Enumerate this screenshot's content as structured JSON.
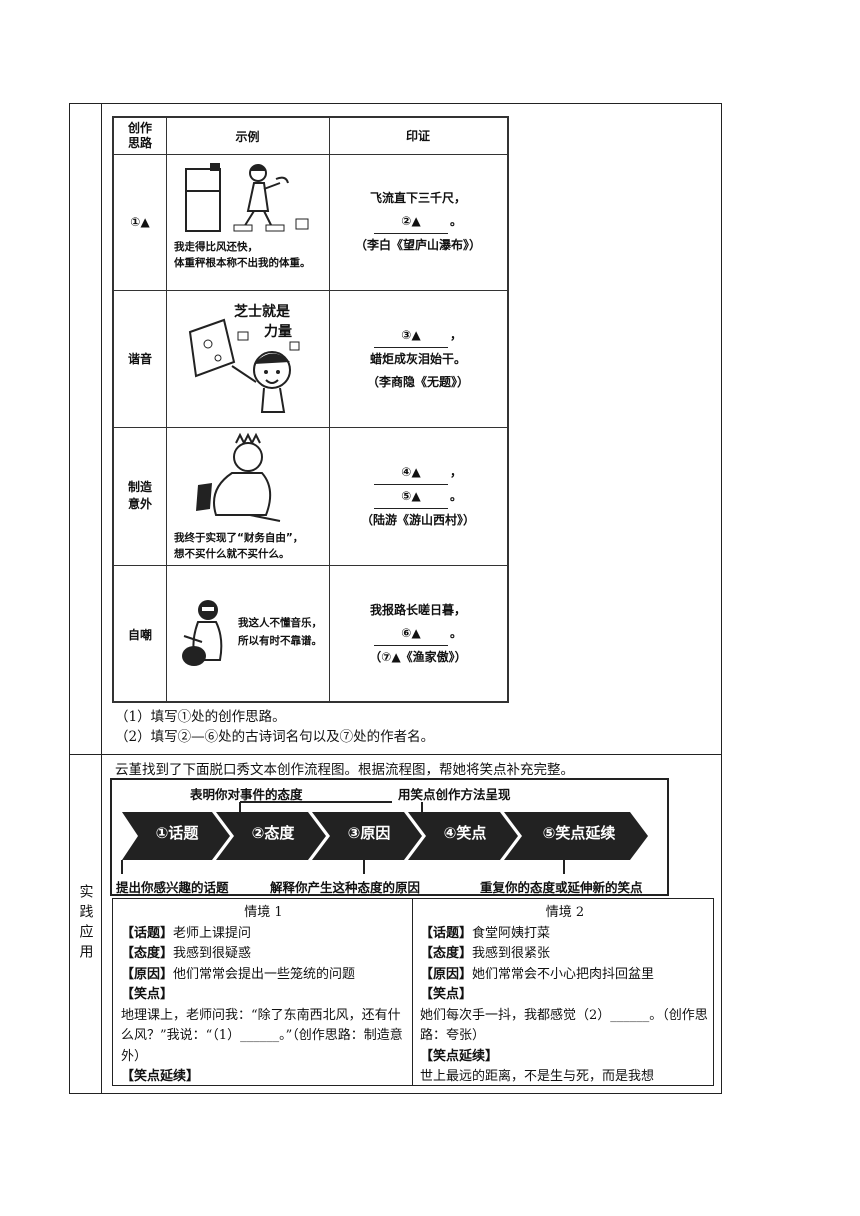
{
  "side_label": "实践应用",
  "table": {
    "headers": [
      "创作\n思路",
      "示例",
      "印证"
    ],
    "rows": [
      {
        "think": "①▲",
        "caption": [
          "我走得比风还快，",
          "体重秤根本称不出我的体重。"
        ],
        "proof": [
          "飞流直下三千尺，",
          "②▲",
          "（李白《望庐山瀑布》）"
        ]
      },
      {
        "think": "谐音",
        "caption": [
          "芝士就是",
          "力量"
        ],
        "proof": [
          "③▲",
          "蜡炬成灰泪始干。",
          "（李商隐《无题》）"
        ]
      },
      {
        "think": "制造\n意外",
        "caption": [
          "我终于实现了“财务自由”，",
          "想不买什么就不买什么。"
        ],
        "proof": [
          "④▲",
          "⑤▲",
          "（陆游《游山西村》）"
        ]
      },
      {
        "think": "自嘲",
        "caption": [
          "我这人不懂音乐，",
          "所以有时不靠谱。"
        ],
        "proof": [
          "我报路长嗟日暮，",
          "⑥▲",
          "（⑦▲《渔家傲》）"
        ]
      }
    ]
  },
  "questions": [
    "（1）填写①处的创作思路。",
    "（2）填写②—⑥处的古诗词名句以及⑦处的作者名。"
  ],
  "intro": "云堇找到了下面脱口秀文本创作流程图。根据流程图，帮她将笑点补充完整。",
  "flow": {
    "top_labels": [
      "表明你对事件的态度",
      "用笑点创作方法呈现"
    ],
    "steps": [
      "①话题",
      "②态度",
      "③原因",
      "④笑点",
      "⑤笑点延续"
    ],
    "bottom_labels": [
      "提出你感兴趣的话题",
      "解释你产生这种态度的原因",
      "重复你的态度或延伸新的笑点"
    ]
  },
  "situations": [
    {
      "title": "情境 1",
      "lines": [
        {
          "label": "【话题】",
          "text": "老师上课提问"
        },
        {
          "label": "【态度】",
          "text": "我感到很疑惑"
        },
        {
          "label": "【原因】",
          "text": "他们常常会提出一些笼统的问题"
        },
        {
          "label": "【笑点】",
          "text": ""
        },
        {
          "label": "",
          "text": "地理课上，老师问我：“除了东南西北风，还有什么风？”我说：“（1）______。”（创作思路：制造意外）"
        },
        {
          "label": "【笑点延续】",
          "text": ""
        }
      ]
    },
    {
      "title": "情境 2",
      "lines": [
        {
          "label": "【话题】",
          "text": "食堂阿姨打菜"
        },
        {
          "label": "【态度】",
          "text": "我感到很紧张"
        },
        {
          "label": "【原因】",
          "text": "她们常常会不小心把肉抖回盆里"
        },
        {
          "label": "【笑点】",
          "text": ""
        },
        {
          "label": "",
          "text": "她们每次手一抖，我都感觉（2）______。（创作思路：夸张）"
        },
        {
          "label": "【笑点延续】",
          "text": ""
        },
        {
          "label": "",
          "text": "世上最远的距离，不是生与死，而是我想"
        }
      ]
    }
  ]
}
